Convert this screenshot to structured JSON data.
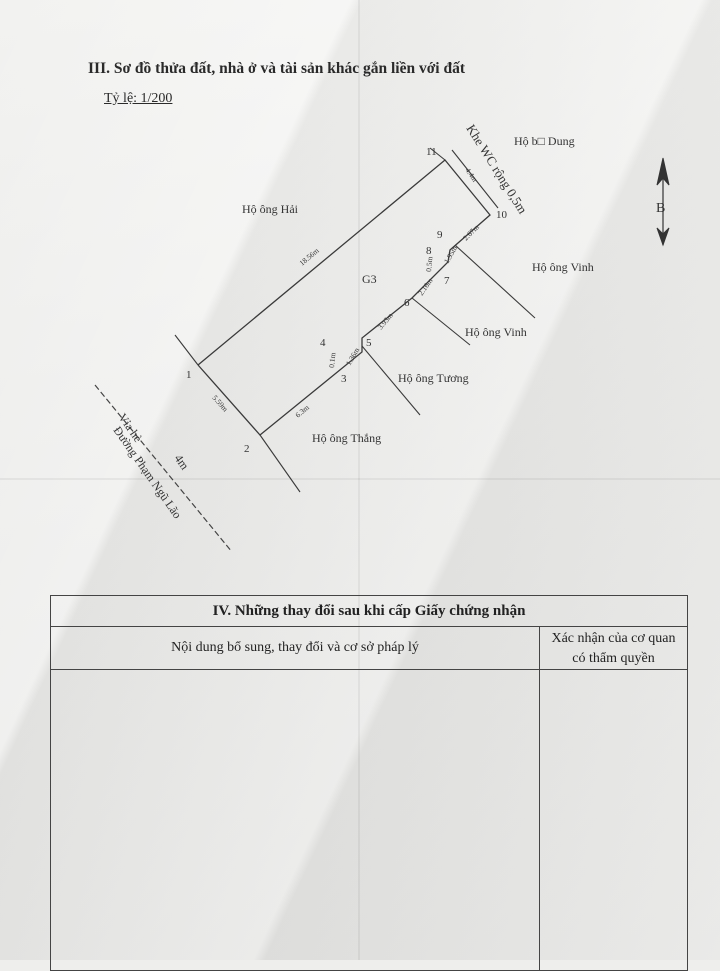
{
  "section3": {
    "heading": "III. Sơ đồ thửa đất, nhà ở và tài sản khác gắn liền với đất",
    "scale": "Tỷ lệ: 1/200"
  },
  "plan": {
    "parcel_label": "G3",
    "points": [
      "1",
      "2",
      "3",
      "4",
      "5",
      "6",
      "7",
      "8",
      "9",
      "10",
      "11"
    ],
    "neighbors": {
      "hai": "Hộ ông Hải",
      "dung": "Hộ b□ Dung",
      "vinh_upper": "Hộ ông Vinh",
      "vinh_lower": "Hộ ông Vinh",
      "tuong": "Hộ ông Tương",
      "thang": "Hộ ông Thắng"
    },
    "road_labels": {
      "sidewalk": "Vỉa hè",
      "sidewalk_width": "4m",
      "street": "Đường Phạm Ngũ Lão"
    },
    "gap_label": "Khe WC rộng 0,5m",
    "dimensions": {
      "d_1_11": "18.56m",
      "d_1_2": "5.59m",
      "d_2_3": "6.3m",
      "d_3_4": "0.1m",
      "d_4_5": "1.36m",
      "d_5_6": "3.93m",
      "d_6_7": "2.16m",
      "d_7_8": "0.5m",
      "d_8_9": "1.95m",
      "d_9_10": "2.67m",
      "d_10_11": "4.4m"
    },
    "north_label": "B"
  },
  "section4": {
    "title": "IV. Những thay đổi sau khi cấp Giấy chứng nhận",
    "col_left": "Nội dung bổ sung, thay đổi và cơ sở pháp lý",
    "col_right_line1": "Xác nhận của cơ quan",
    "col_right_line2": "có thẩm quyền"
  }
}
